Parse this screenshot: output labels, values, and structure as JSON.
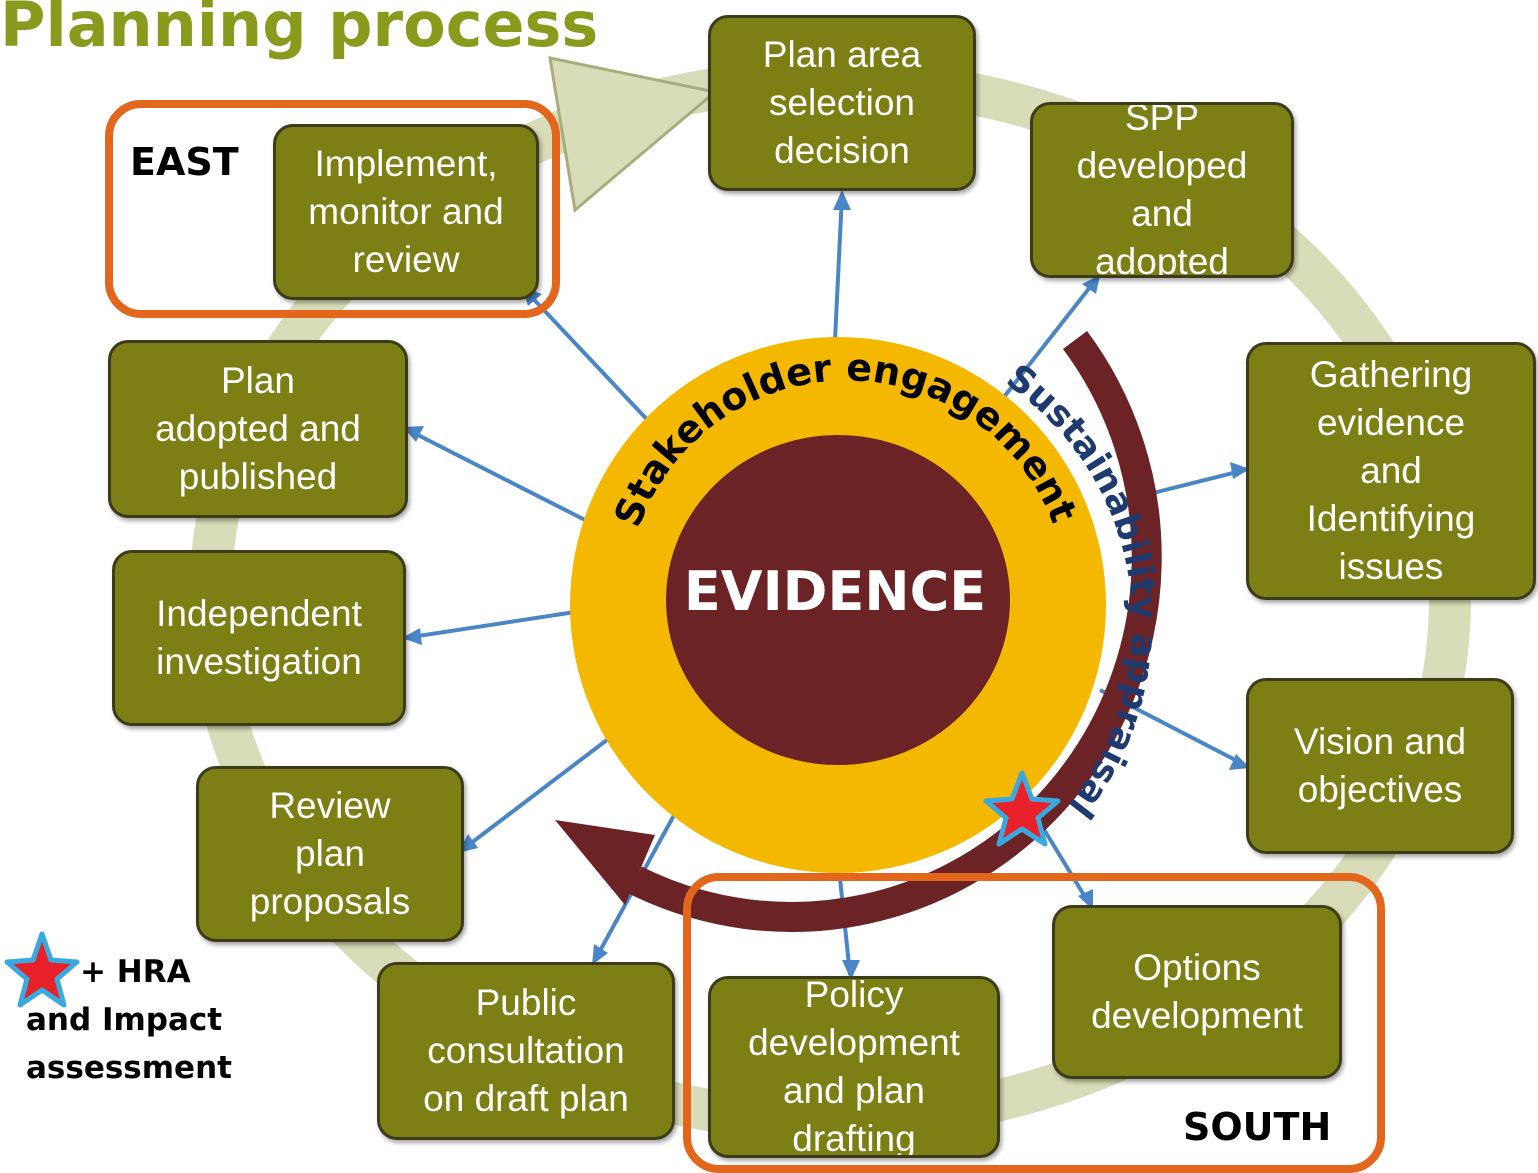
{
  "title": "Planning process",
  "center": {
    "evidence_label": "EVIDENCE",
    "stakeholder_label": "Stakeholder engagement",
    "sustainability_label": "Sustainability appraisal"
  },
  "steps": [
    {
      "id": "plan-area-selection",
      "label": "Plan area\nselection\ndecision"
    },
    {
      "id": "spp-developed",
      "label": "SPP\ndeveloped\nand\nadopted"
    },
    {
      "id": "gathering-evidence",
      "label": "Gathering\nevidence\nand\nIdentifying\nissues"
    },
    {
      "id": "vision-objectives",
      "label": "Vision and\nobjectives"
    },
    {
      "id": "options-development",
      "label": "Options\ndevelopment"
    },
    {
      "id": "policy-development",
      "label": "Policy\ndevelopment\nand plan\ndrafting"
    },
    {
      "id": "public-consultation",
      "label": "Public\nconsultation\non draft plan"
    },
    {
      "id": "review-plan-proposals",
      "label": "Review\nplan\nproposals"
    },
    {
      "id": "independent-investigation",
      "label": "Independent\ninvestigation"
    },
    {
      "id": "plan-adopted",
      "label": "Plan\nadopted and\npublished"
    },
    {
      "id": "implement-monitor",
      "label": "Implement,\nmonitor and\nreview"
    }
  ],
  "regions": {
    "east": "EAST",
    "south": "SOUTH"
  },
  "legend": {
    "line1": "+ HRA",
    "line2": "and Impact",
    "line3": "assessment"
  },
  "colors": {
    "box": "#7c7f13",
    "ring": "#d9dcb8",
    "region_border": "#e2661c",
    "evidence": "#6b2325",
    "stakeholder": "#f5b800",
    "appraisal_arrow": "#6b2325",
    "connector": "#4a86c5",
    "star_fill": "#e8202a",
    "star_outline": "#39a9e0"
  }
}
